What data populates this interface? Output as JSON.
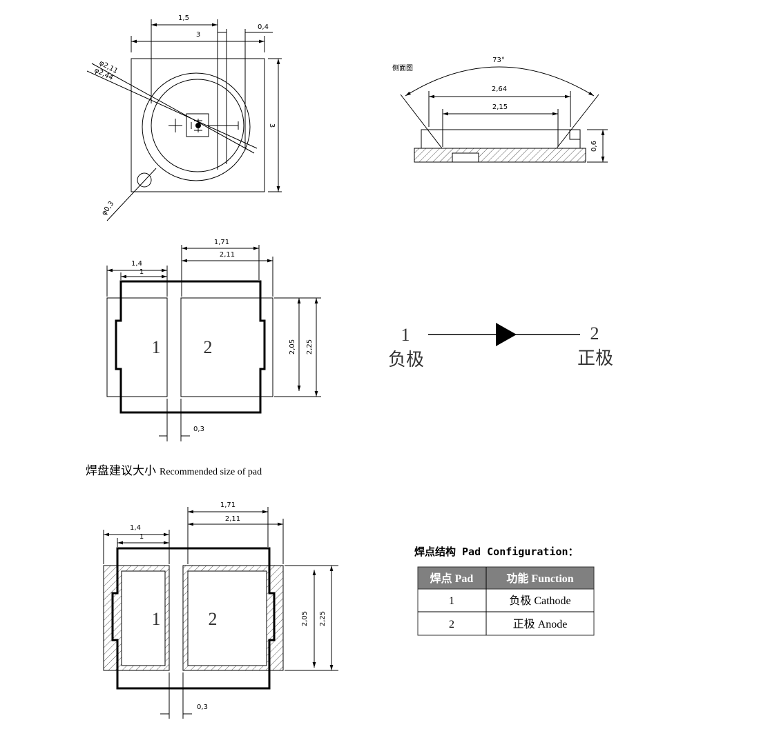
{
  "top_view": {
    "dim_width": "3",
    "dim_offset": "1,5",
    "dim_gap": "0,4",
    "dim_height": "3",
    "dia_inner": "φ2,11",
    "dia_outer": "φ2,44",
    "dia_hole": "φ0,3"
  },
  "side_view": {
    "label": "侧面图",
    "angle": "73°",
    "dim_outer": "2,64",
    "dim_inner": "2,15",
    "dim_height": "0,6"
  },
  "pad_layout": {
    "dim_a": "1,71",
    "dim_b": "2,11",
    "dim_c": "1,4",
    "dim_d": "1",
    "dim_h1": "2,05",
    "dim_h2": "2,25",
    "dim_gap": "0,3",
    "pad1": "1",
    "pad2": "2"
  },
  "diode": {
    "left_num": "1",
    "left_label": "负极",
    "right_num": "2",
    "right_label": "正极"
  },
  "recommended_caption": {
    "cn": "焊盘建议大小",
    "en": "Recommended size of pad"
  },
  "recommended_pad": {
    "dim_a": "1,71",
    "dim_b": "2,11",
    "dim_c": "1,4",
    "dim_d": "1",
    "dim_h1": "2,05",
    "dim_h2": "2,25",
    "dim_gap": "0,3",
    "pad1": "1",
    "pad2": "2"
  },
  "pad_config": {
    "title": "焊点结构 Pad Configuration：",
    "headers": [
      "焊点 Pad",
      "功能 Function"
    ],
    "rows": [
      {
        "pad": "1",
        "function": "负极 Cathode"
      },
      {
        "pad": "2",
        "function": "正极 Anode"
      }
    ],
    "header_color": "#808080"
  }
}
